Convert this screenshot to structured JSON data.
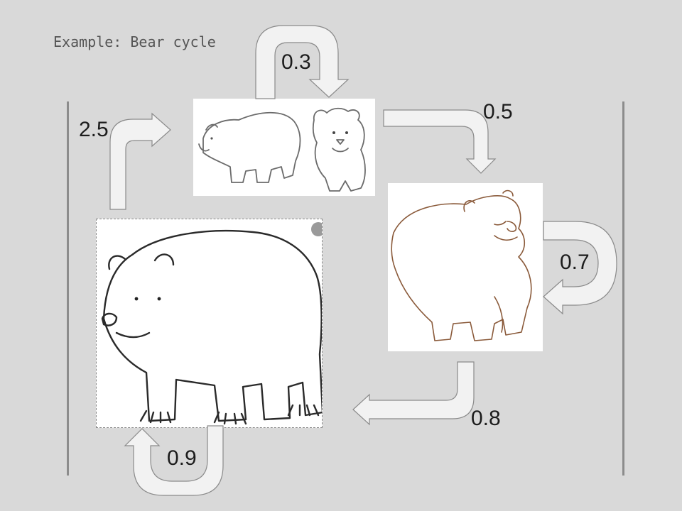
{
  "slide": {
    "title": "Example: Bear cycle"
  },
  "transitions": [
    {
      "id": "adult-to-cubs",
      "value": "2.5"
    },
    {
      "id": "cubs-self",
      "value": "0.3"
    },
    {
      "id": "cubs-to-juvenile",
      "value": "0.5"
    },
    {
      "id": "juvenile-self",
      "value": "0.7"
    },
    {
      "id": "juvenile-to-adult",
      "value": "0.8"
    },
    {
      "id": "adult-self",
      "value": "0.9"
    }
  ],
  "colors": {
    "background": "#d9d9d9",
    "arrow_fill": "#f2f2f2",
    "arrow_stroke": "#8a8a8a",
    "divider": "#8c8c8c"
  },
  "images": [
    {
      "id": "cubs",
      "icon": "bear-cubs-sketch"
    },
    {
      "id": "juvenile",
      "icon": "juvenile-bear-sketch"
    },
    {
      "id": "adult",
      "icon": "adult-bear-sketch"
    }
  ]
}
